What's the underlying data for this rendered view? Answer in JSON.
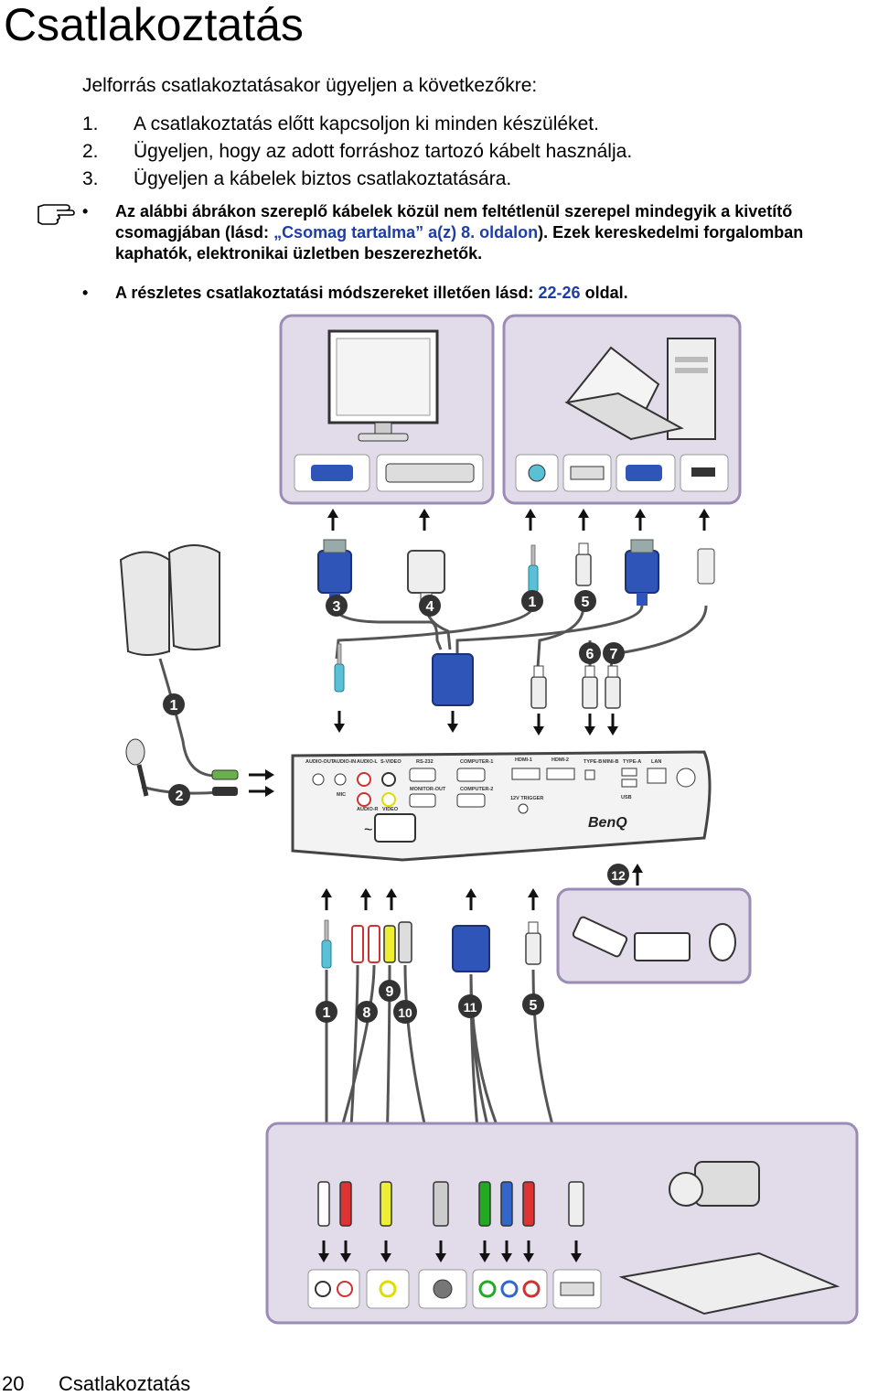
{
  "page": {
    "title": "Csatlakoztatás",
    "intro": "Jelforrás csatlakoztatásakor ügyeljen a következőkre:",
    "steps": [
      {
        "num": "1.",
        "text": "A csatlakoztatás előtt kapcsoljon ki minden készüléket."
      },
      {
        "num": "2.",
        "text": "Ügyeljen, hogy az adott forráshoz tartozó kábelt használja."
      },
      {
        "num": "3.",
        "text": "Ügyeljen a kábelek biztos csatlakoztatására."
      }
    ],
    "notes": {
      "n1_part1": "Az alábbi ábrákon szereplő kábelek közül nem feltétlenül szerepel mindegyik a kivetítő csomagjában (lásd: ",
      "n1_link": "„Csomag tartalma” a(z) 8. oldalon",
      "n1_part2": "). Ezek kereskedelmi forgalomban kaphatók, elektronikai üzletben beszerezhetők.",
      "n2_part1": "A részletes csatlakoztatási módszereket illetően lásd: ",
      "n2_link": "22-26",
      "n2_part2": " oldal."
    },
    "footer": {
      "page_number": "20",
      "section": "Csatlakoztatás"
    }
  },
  "diagram": {
    "panel_labels": [
      "AUDIO-OUT",
      "AUDIO-IN",
      "AUDIO-L",
      "S-VIDEO",
      "RS-232",
      "COMPUTER-1",
      "HDMI-1",
      "HDMI-2",
      "TYPE-B",
      "MINI-B",
      "TYPE-A",
      "LAN",
      "AUDIO-R",
      "VIDEO",
      "MONITOR-OUT",
      "COMPUTER-2",
      "12V TRIGGER",
      "MIC",
      "USB"
    ],
    "brand": "BenQ",
    "cable_numbers_top": [
      "3",
      "4",
      "1",
      "5",
      "6",
      "7"
    ],
    "cable_numbers_left": [
      "1",
      "2"
    ],
    "cable_numbers_bottom": [
      "1",
      "8",
      "9",
      "10",
      "11",
      "5"
    ],
    "usb_devices_number": "12",
    "colors": {
      "panel_fill": "#e2dcea",
      "panel_stroke": "#9b8cb5",
      "vga_blue": "#2f55b8",
      "cable": "#555555",
      "badge": "#333333"
    }
  }
}
